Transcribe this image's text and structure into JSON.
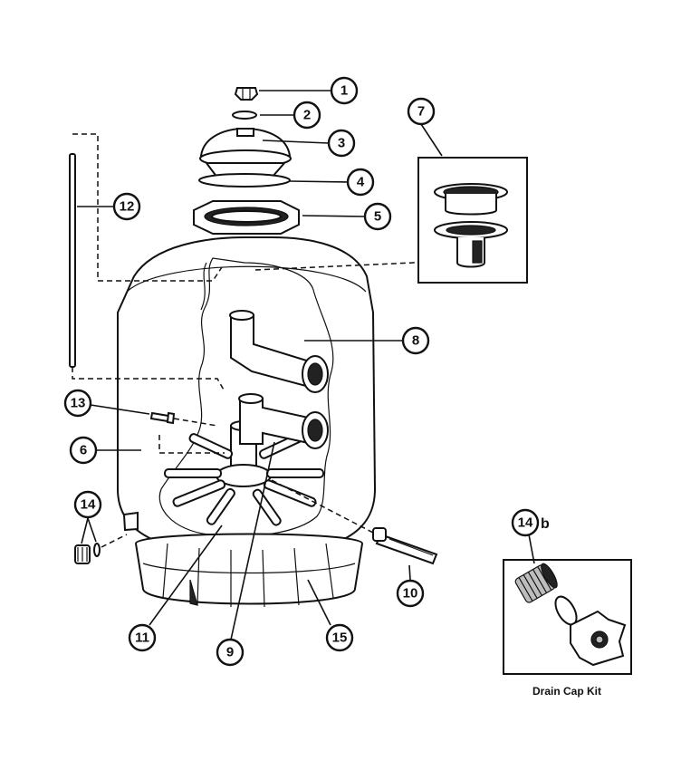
{
  "callouts": {
    "c1": "1",
    "c2": "2",
    "c3": "3",
    "c4": "4",
    "c5": "5",
    "c6": "6",
    "c7": "7",
    "c8": "8",
    "c9": "9",
    "c10": "10",
    "c11": "11",
    "c12": "12",
    "c13": "13",
    "c14": "14",
    "c15": "15",
    "c14b": "14"
  },
  "kit": {
    "suffix": "b",
    "caption": "Drain Cap Kit"
  }
}
